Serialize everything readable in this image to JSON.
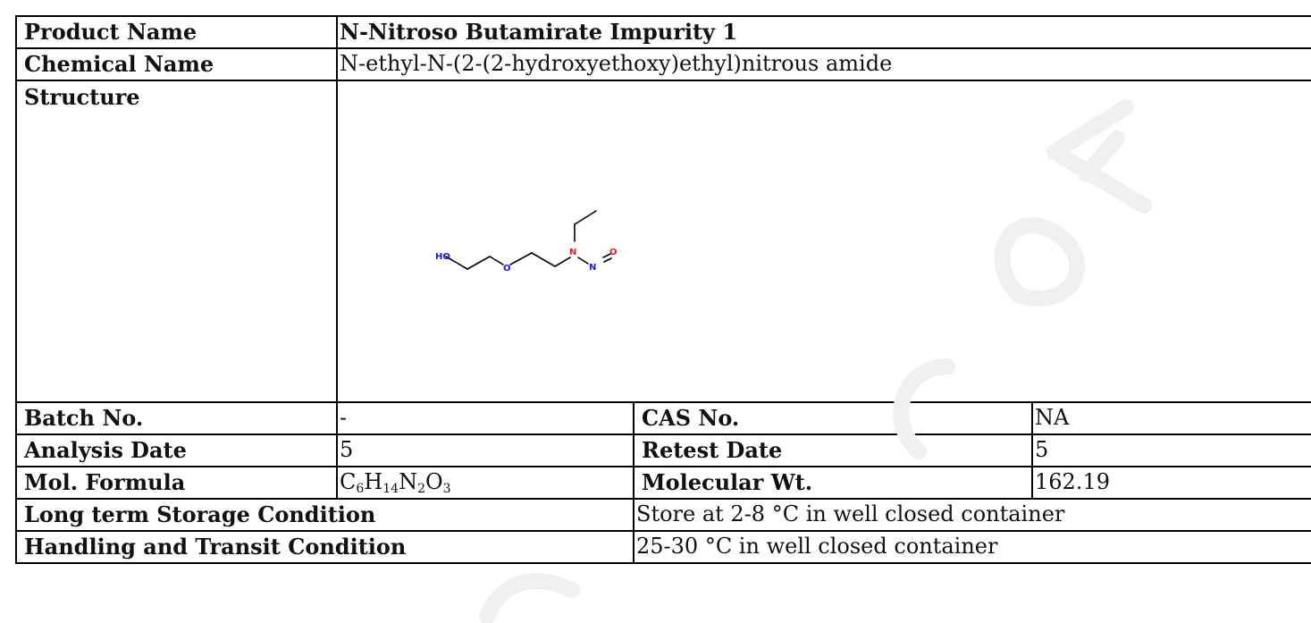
{
  "product_name_label": "Product Name",
  "product_name": "N-Nitroso Butamirate Impurity 1",
  "chemical_name_label": "Chemical Name",
  "chemical_name": "N-ethyl-N-(2-(2-hydroxyethoxy)ethyl)nitrous amide",
  "structure_label": "Structure",
  "structure_atoms": {
    "hydroxyl": "HO",
    "ether_oxygen": "O",
    "nitrogen": "N",
    "nitroso_oxygen": "O"
  },
  "batch_label": "Batch No.",
  "batch_value": "-",
  "cas_label": "CAS No.",
  "cas_value": "NA",
  "analysis_date_label": "Analysis Date",
  "analysis_date_value": "5",
  "retest_date_label": "Retest Date",
  "retest_date_value": "5",
  "formula_label": "Mol. Formula",
  "formula": [
    {
      "el": "C",
      "n": "6"
    },
    {
      "el": "H",
      "n": "14"
    },
    {
      "el": "N",
      "n": "2"
    },
    {
      "el": "O",
      "n": "3"
    }
  ],
  "mol_wt_label": "Molecular Wt.",
  "mol_wt_value": "162.19",
  "storage_label": "Long term Storage Condition",
  "storage_value": "Store at 2-8 °C in well closed container",
  "handling_label": "Handling and Transit Condition",
  "handling_value": "25-30 °C in well closed container",
  "colors": {
    "oxygen": "#d32020",
    "nitrogen": "#1a1ad0",
    "bond": "#000000",
    "watermark": "#f2f2f2"
  }
}
